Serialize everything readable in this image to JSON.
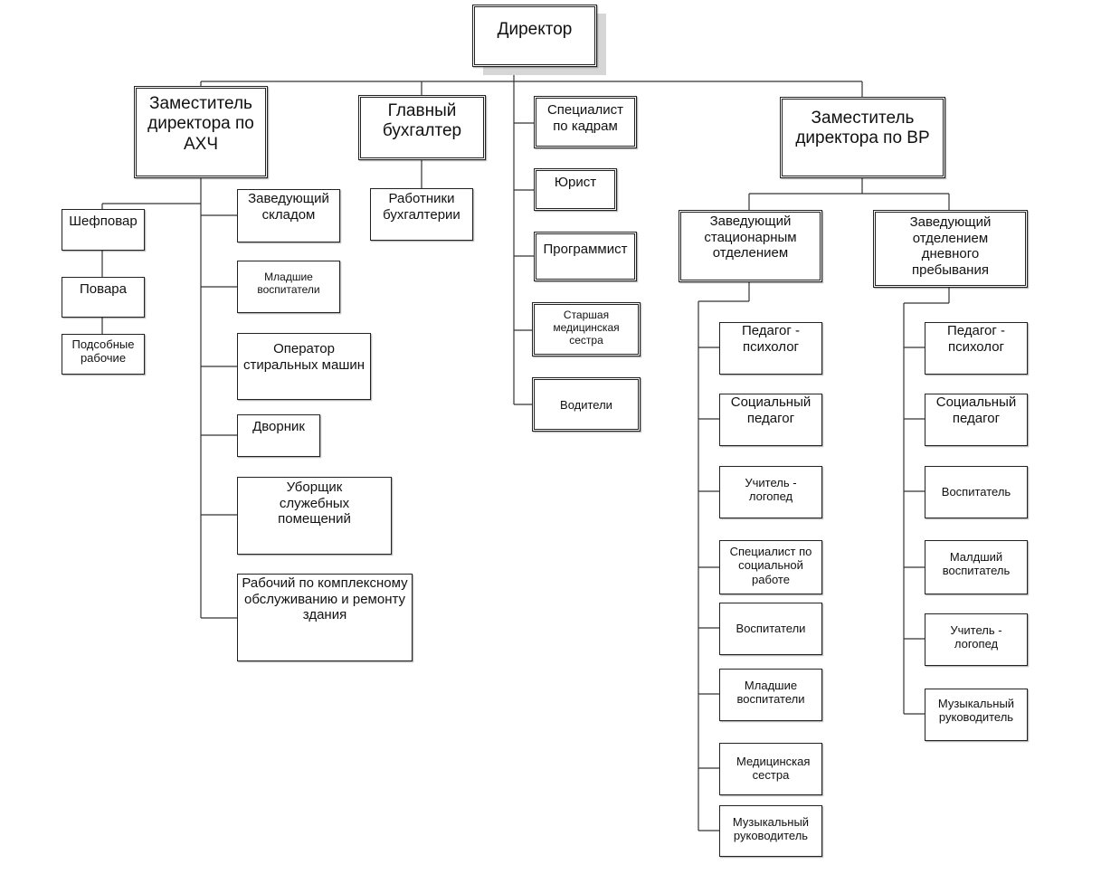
{
  "director": "Директор",
  "deputy_ahch": "Заместитель директора по АХЧ",
  "chief_accountant": "Главный бухгалтер",
  "accounting_staff": "Работники бухгалтерии",
  "hr_specialist": "Специалист по кадрам",
  "lawyer": "Юрист",
  "programmer": "Программист",
  "senior_nurse": "Старшая медицинская сестра",
  "drivers": "Водители",
  "deputy_vr": "Заместитель директора по ВР",
  "head_chef": "Шефповар",
  "cooks": "Повара",
  "aux_workers": "Подсобные рабочие",
  "warehouse_head": "Заведующий складом",
  "junior_educators_ahch": "Младшие воспитатели",
  "washing_operator": "Оператор стиральных машин",
  "janitor": "Дворник",
  "office_cleaner": "Уборщик служебных помещений",
  "maintenance_worker": "Рабочий по комплексному обслуживанию и ремонту здания",
  "head_inpatient": "Заведующий стационарным отделением",
  "head_daycare": "Заведующий отделением дневного пребывания",
  "inpatient_staff": [
    "Педагог - психолог",
    "Социальный педагог",
    "Учитель - логопед",
    "Специалист по социальной работе",
    "Воспитатели",
    "Младшие воспитатели",
    "Медицинская сестра",
    "Музыкальный руководитель"
  ],
  "daycare_staff": [
    "Педагог - психолог",
    "Социальный педагог",
    "Воспитатель",
    "Малдший воспитатель",
    "Учитель - логопед",
    "Музыкальный руководитель"
  ]
}
